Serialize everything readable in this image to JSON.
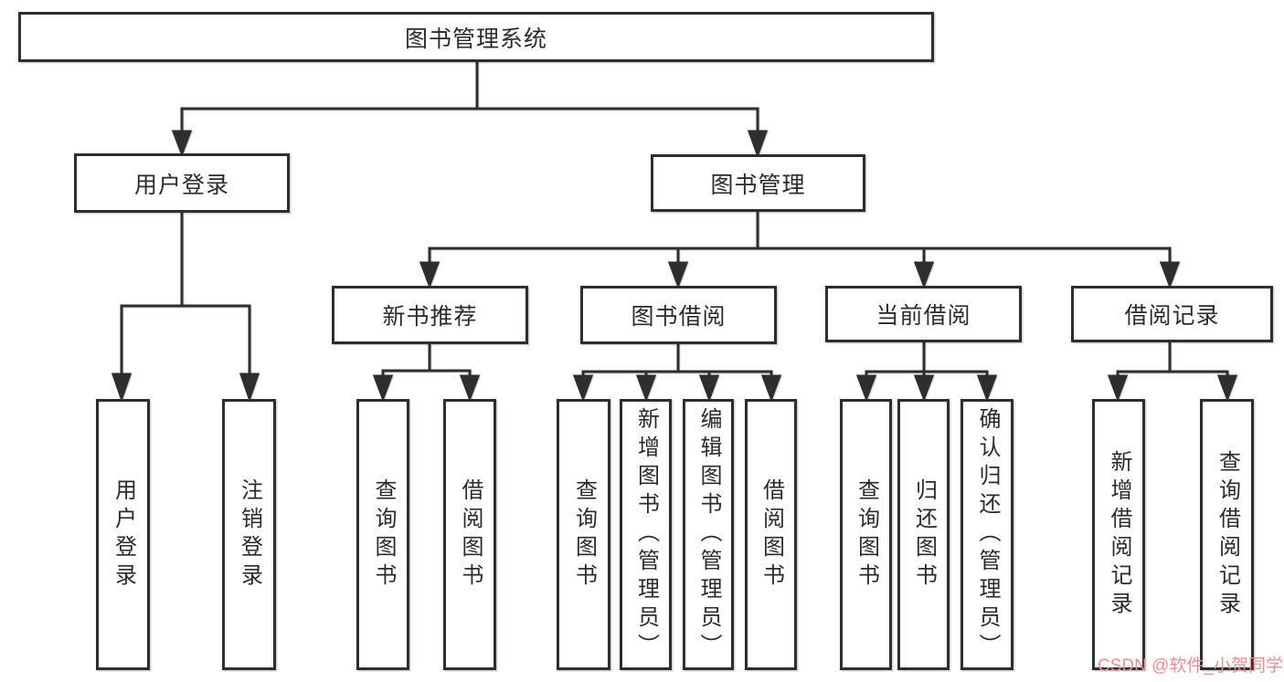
{
  "diagram": {
    "root": {
      "label": "图书管理系统"
    },
    "level2": [
      {
        "label": "用户登录"
      },
      {
        "label": "图书管理"
      }
    ],
    "level3": [
      {
        "label": "新书推荐"
      },
      {
        "label": "图书借阅"
      },
      {
        "label": "当前借阅"
      },
      {
        "label": "借阅记录"
      }
    ],
    "leaves": {
      "user_login": [
        {
          "label": "用户登录"
        },
        {
          "label": "注销登录"
        }
      ],
      "new_book_rec": [
        {
          "label": "查询图书"
        },
        {
          "label": "借阅图书"
        }
      ],
      "book_borrow": [
        {
          "label": "查询图书"
        },
        {
          "label": "新增图书（管理员）"
        },
        {
          "label": "编辑图书（管理员）"
        },
        {
          "label": "借阅图书"
        }
      ],
      "current_borrow": [
        {
          "label": "查询图书"
        },
        {
          "label": "归还图书"
        },
        {
          "label": "确认归还（管理员）"
        }
      ],
      "borrow_record": [
        {
          "label": "新增借阅记录"
        },
        {
          "label": "查询借阅记录"
        }
      ]
    },
    "colors": {
      "line": "#2e2e2e",
      "box_border": "#2e2e2e",
      "box_bg": "#ffffff",
      "text": "#2b2b2b",
      "watermark": "#ef8f8d"
    }
  },
  "watermark": {
    "text": "CSDN @软件_小贺同学"
  }
}
